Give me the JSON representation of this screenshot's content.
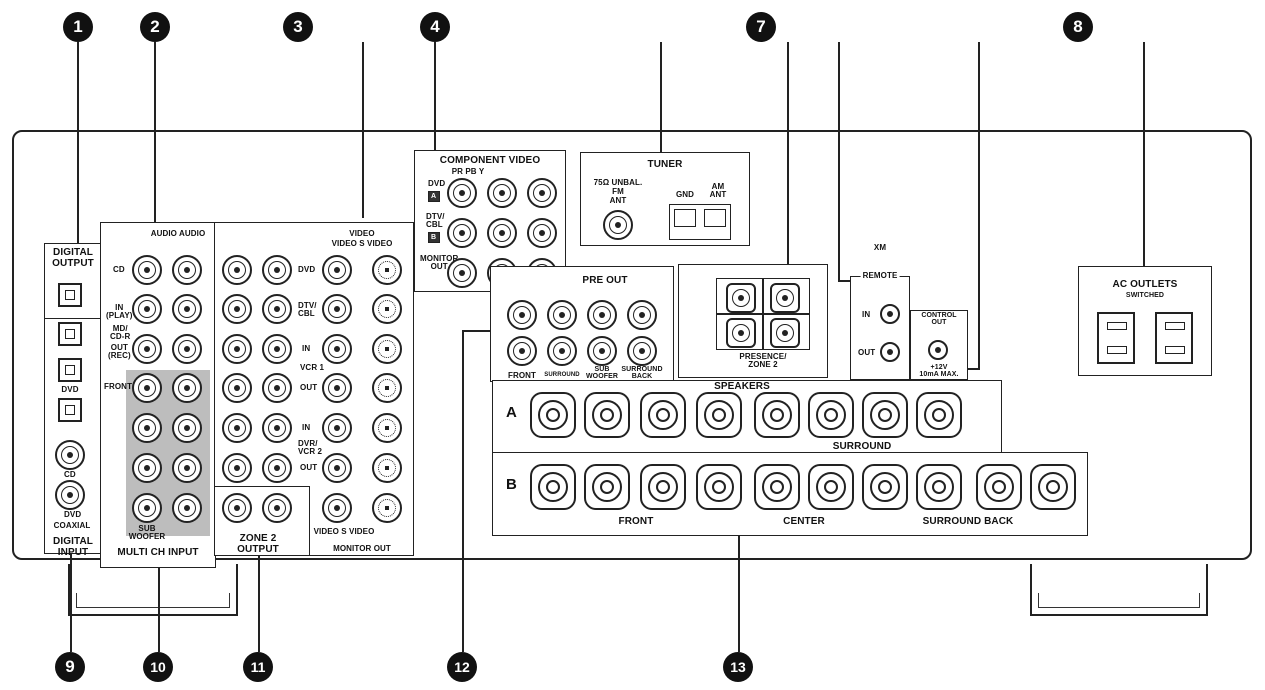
{
  "callouts": [
    "1",
    "2",
    "3",
    "4",
    "7",
    "8",
    "9",
    "10",
    "11",
    "12",
    "13"
  ],
  "labels": {
    "digital_output": "DIGITAL\nOUTPUT",
    "digital_input": "DIGITAL\nINPUT",
    "coaxial": "COAXIAL",
    "cd": "CD",
    "dvd": "DVD",
    "audio": "AUDIO AUDIO",
    "cd_in": "CD",
    "in_play": "IN\n(PLAY)",
    "md_cdr": "MD/\nCD-R",
    "out_rec": "OUT\n(REC)",
    "front": "FRONT",
    "multi_ch_input": "MULTI CH INPUT",
    "sub_woofer": "SUB\nWOOFER",
    "video_title": "VIDEO",
    "video_svideo": "VIDEO S VIDEO",
    "dvd2": "DVD",
    "dtv_cbl": "DTV/\nCBL",
    "in": "IN",
    "vcr1": "VCR 1",
    "out": "OUT",
    "in2": "IN",
    "dvr_vcr2": "DVR/\nVCR 2",
    "out2": "OUT",
    "video_svideo2": "VIDEO S VIDEO",
    "monitor_out": "MONITOR OUT",
    "zone2_output": "ZONE 2\nOUTPUT",
    "component_video": "COMPONENT VIDEO",
    "pr_pb_y": "PR PB Y",
    "comp_dvd": "DVD",
    "comp_a": "A",
    "comp_dtv": "DTV/\nCBL",
    "comp_b": "B",
    "comp_monitor": "MONITOR\nOUT",
    "tuner": "TUNER",
    "fm_ant": "75Ω UNBAL.\nFM\nANT",
    "gnd": "GND",
    "am_ant": "AM\nANT",
    "pre_out": "PRE OUT",
    "front2": "FRONT",
    "surround_small": "SURROUND",
    "sub_woofer2": "SUB\nWOOFER",
    "surround_back": "SURROUND\nBACK",
    "presence_zone2": "PRESENCE/\nZONE 2",
    "xm": "XM",
    "remote": "REMOTE",
    "remote_in": "IN",
    "remote_out": "OUT",
    "control_out": "CONTROL\nOUT",
    "control_spec": "+12V\n10mA MAX.",
    "ac_outlets": "AC OUTLETS",
    "switched": "SWITCHED",
    "speakers": "SPEAKERS",
    "row_a": "A",
    "row_b": "B",
    "surround": "SURROUND",
    "spk_front": "FRONT",
    "spk_center": "CENTER",
    "spk_surround_back": "SURROUND BACK"
  }
}
